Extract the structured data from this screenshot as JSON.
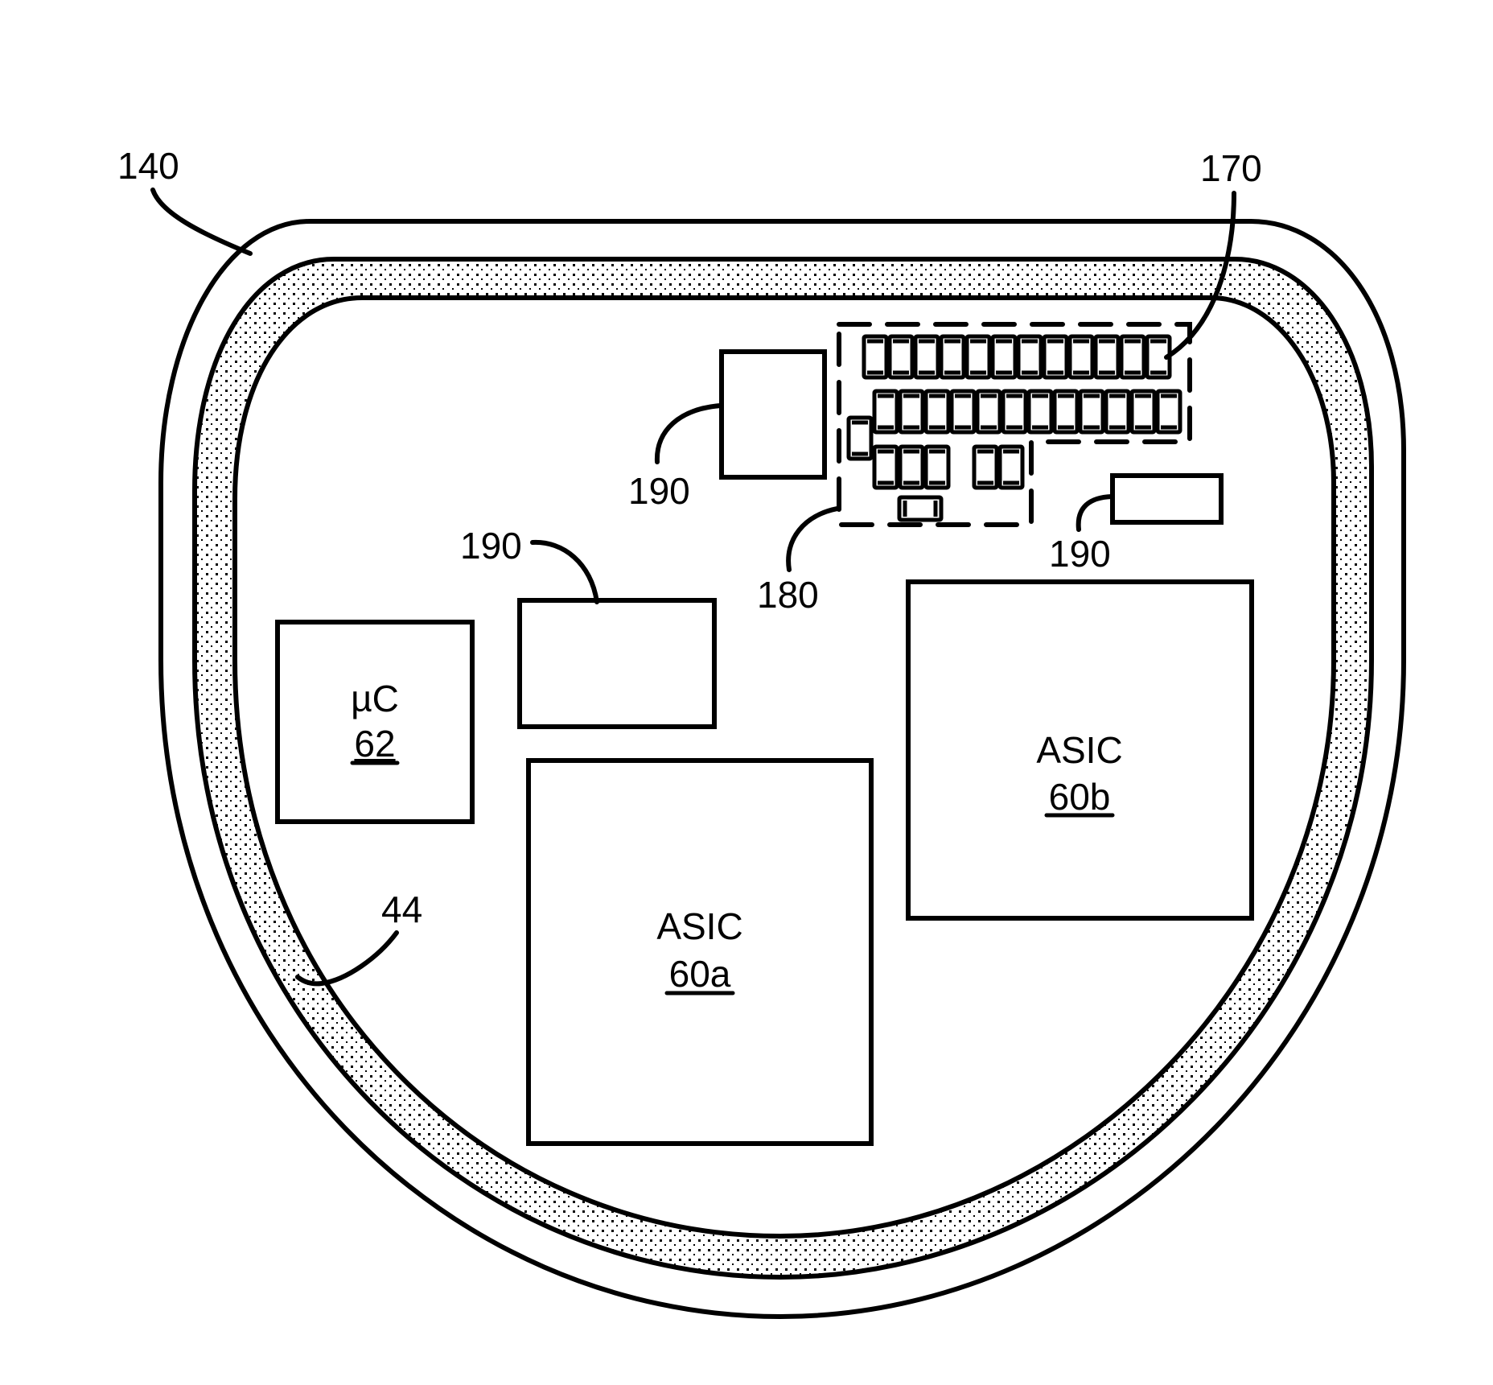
{
  "figure": {
    "description": "Top-down view of a housing containing circuit components",
    "reference_labels": {
      "housing": "140",
      "component_array": "170",
      "component_region": "180",
      "other_component": "190",
      "sealing_band": "44"
    },
    "blocks": {
      "microcontroller": {
        "name": "µC",
        "ref": "62"
      },
      "asic_a": {
        "name": "ASIC",
        "ref": "60a"
      },
      "asic_b": {
        "name": "ASIC",
        "ref": "60b"
      }
    },
    "component_array": {
      "row1_count": 12,
      "row2_count": 12,
      "row3_groups": [
        3,
        2
      ],
      "extra_vertical": 1,
      "extra_horizontal": 1
    },
    "colors": {
      "line": "#000000",
      "background": "#ffffff"
    }
  }
}
